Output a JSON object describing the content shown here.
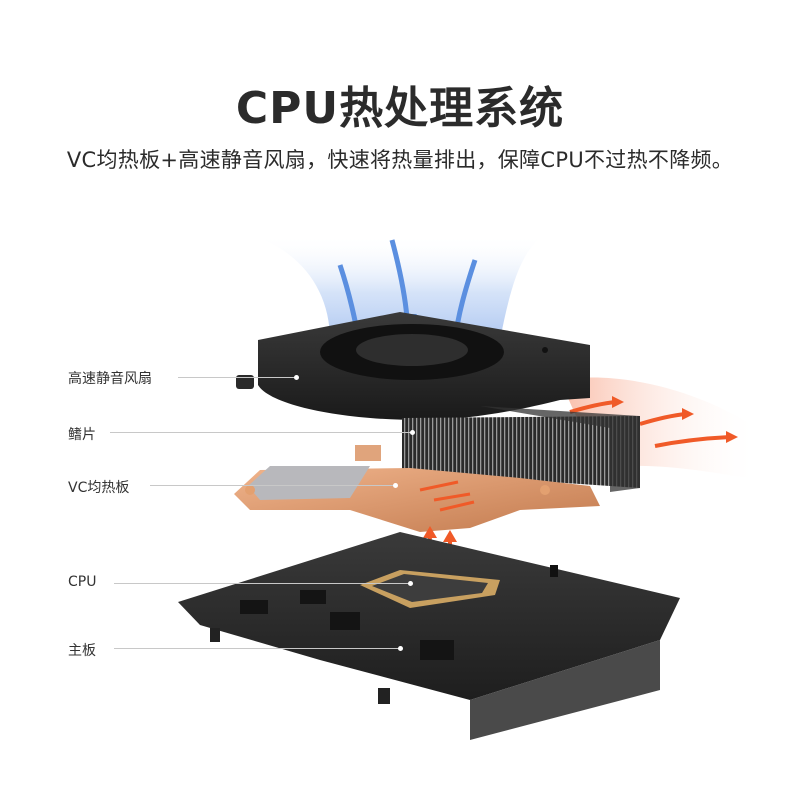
{
  "header": {
    "title": "CPU热处理系统",
    "subtitle": "VC均热板+高速静音风扇，快速将热量排出，保障CPU不过热不降频。"
  },
  "callouts": [
    {
      "id": "fan",
      "label": "高速静音风扇"
    },
    {
      "id": "fins",
      "label": "鳍片"
    },
    {
      "id": "vapor-chamber",
      "label": "VC均热板"
    },
    {
      "id": "cpu",
      "label": "CPU"
    },
    {
      "id": "motherboard",
      "label": "主板"
    }
  ],
  "colors": {
    "airflow_cool": "#5b8fe0",
    "airflow_hot": "#f05a28",
    "copper": "#d9956a",
    "component_dark": "#2a2a2a"
  }
}
